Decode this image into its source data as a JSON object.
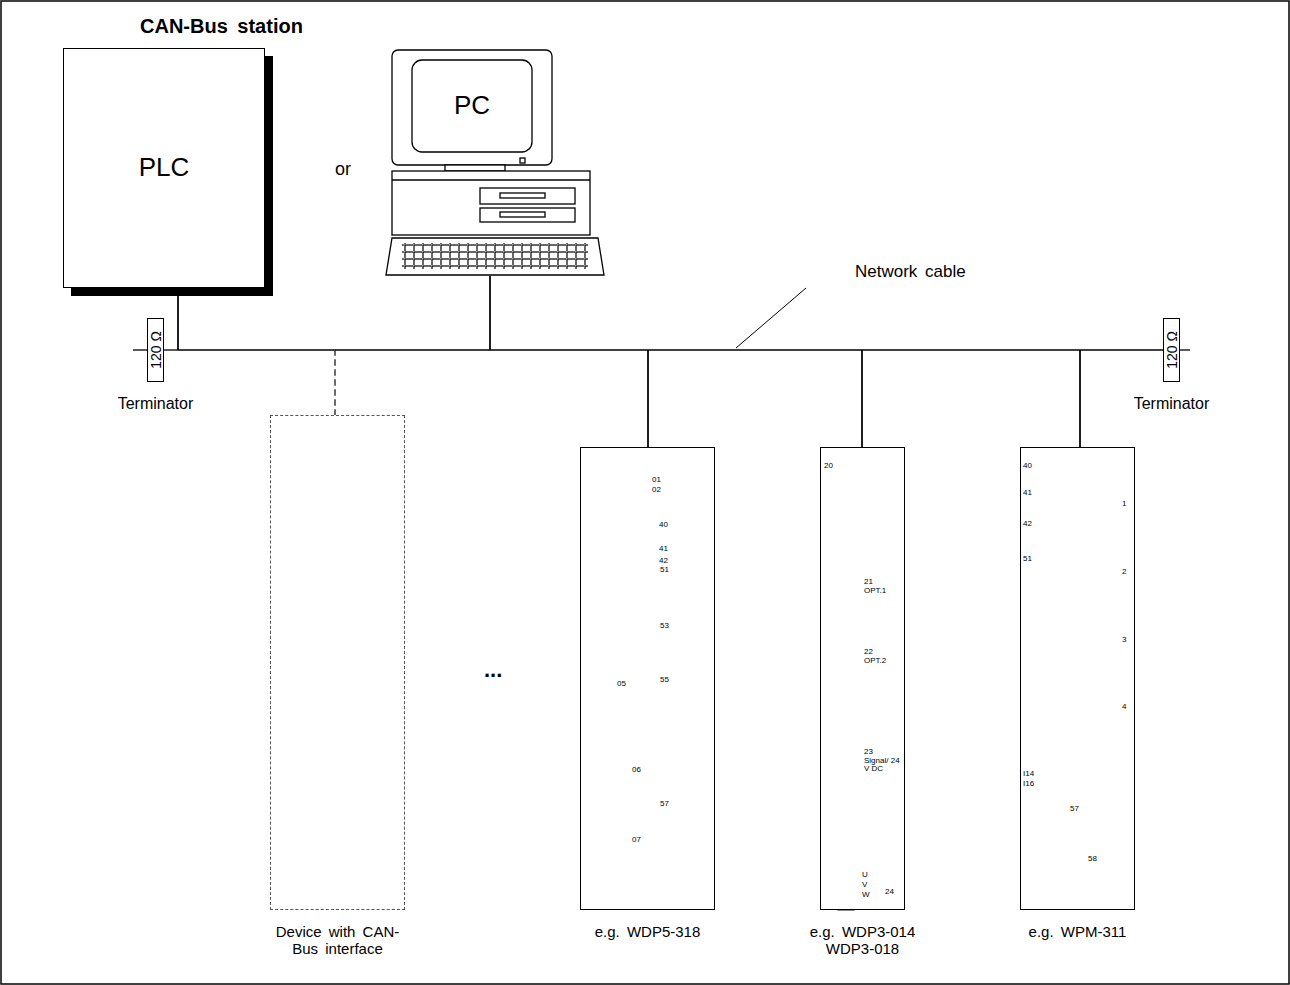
{
  "diagram": {
    "title": "CAN-Bus station",
    "nodes": [
      {
        "text": [
          "PLC"
        ]
      },
      {
        "text": [
          "PC"
        ]
      },
      {
        "text": [
          "120 Ω",
          "Terminator"
        ]
      },
      {
        "text": [
          "120 Ω",
          "Terminator"
        ]
      },
      {
        "text": [
          "Device with CAN-Bus interface"
        ]
      },
      {
        "text": [
          "e.g. WDP5-318"
        ]
      },
      {
        "text": [
          "e.g. WDP3-014 WDP3-018"
        ]
      },
      {
        "text": [
          "e.g. WPM-311"
        ]
      }
    ],
    "edges": [
      {
        "from": 2,
        "to": 0,
        "arrow": "none"
      },
      {
        "from": 0,
        "to": 4,
        "arrow": "none"
      },
      {
        "from": 4,
        "to": 1,
        "arrow": "none"
      },
      {
        "from": 1,
        "to": 5,
        "arrow": "none"
      },
      {
        "from": 5,
        "to": 6,
        "arrow": "none"
      },
      {
        "from": 6,
        "to": 7,
        "arrow": "none"
      },
      {
        "from": 7,
        "to": 3,
        "arrow": "none"
      }
    ],
    "labels": [
      "or",
      "Network cable",
      "...",
      "01",
      "02",
      "40",
      "41",
      "42",
      "51",
      "53",
      "55",
      "05",
      "06",
      "07",
      "57",
      "20",
      "21",
      "OPT.1",
      "22",
      "OPT.2",
      "23",
      "Signal/ 24 V DC",
      "U",
      "V",
      "W",
      "24",
      "40",
      "41",
      "42",
      "1",
      "2",
      "3",
      "4",
      "51",
      "I14",
      "I16",
      "57",
      "58"
    ]
  }
}
